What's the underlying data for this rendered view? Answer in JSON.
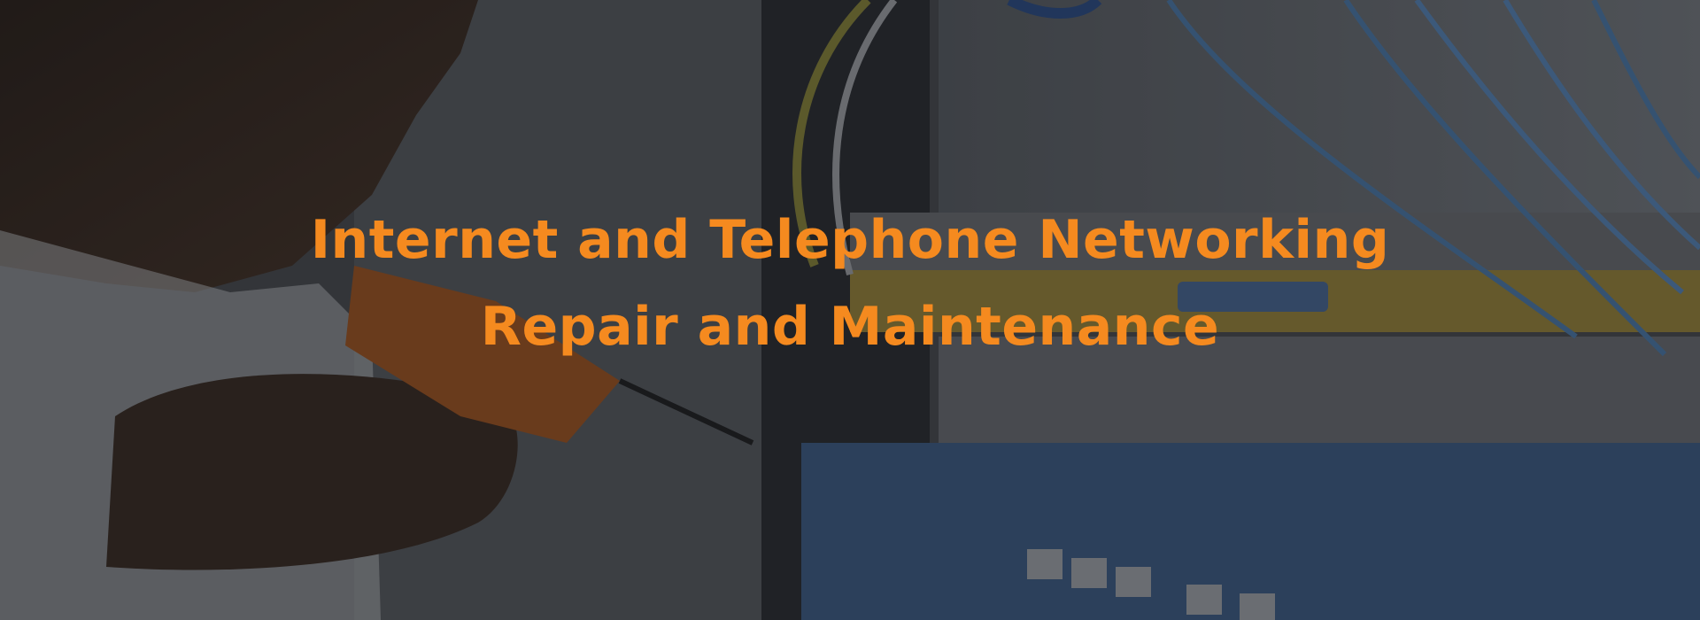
{
  "hero": {
    "line1": "Internet and Telephone Networking",
    "line2": "Repair and Maintenance",
    "image": "technician-working-on-network-switch-rack",
    "title_color": "#f58a1f"
  }
}
